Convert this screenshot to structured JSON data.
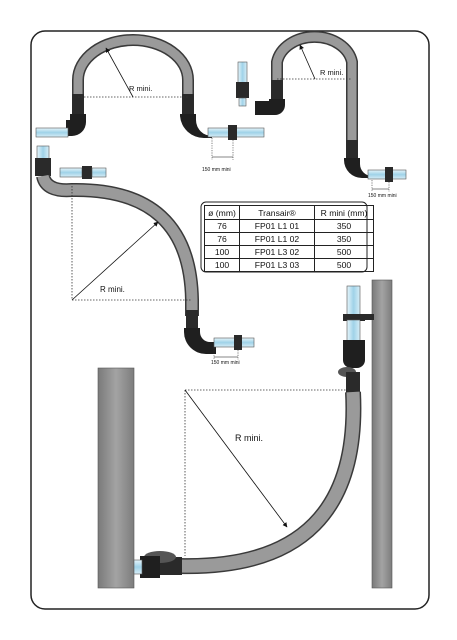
{
  "colors": {
    "frame": "#222222",
    "hose_fill": "#9a9a9a",
    "hose_edge": "#3a3a3a",
    "pipe_blue": "#bfe3f2",
    "fitting_dark": "#2a2a2a",
    "wall": "#8a8a8a"
  },
  "diagram": {
    "label_rmini_1": "R mini.",
    "label_rmini_2": "R mini.",
    "label_rmini_3": "R mini.",
    "label_rmini_4": "R mini.",
    "label_150_1": "150 mm mini",
    "label_150_2": "150 mm mini",
    "label_150_3": "150 mm mini"
  },
  "table": {
    "headers": [
      "ø (mm)",
      "Transair®",
      "R mini (mm)"
    ],
    "rows": [
      [
        "76",
        "FP01 L1 01",
        "350"
      ],
      [
        "76",
        "FP01 L1 02",
        "350"
      ],
      [
        "100",
        "FP01 L3 02",
        "500"
      ],
      [
        "100",
        "FP01 L3 03",
        "500"
      ]
    ]
  }
}
